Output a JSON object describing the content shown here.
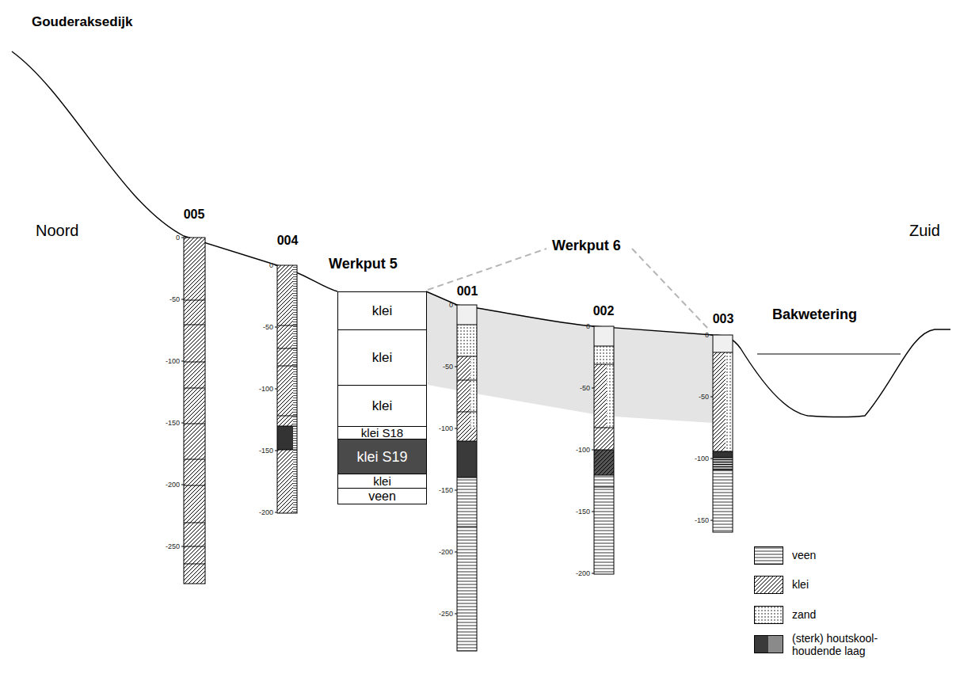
{
  "diagram": {
    "nodes": [
      {
        "text": [
          "Werkput 5"
        ]
      },
      {
        "text": [
          "klei"
        ],
        "in": 0
      },
      {
        "text": [
          "klei"
        ],
        "in": 0
      },
      {
        "text": [
          "klei"
        ],
        "in": 0
      },
      {
        "text": [
          "klei S18"
        ],
        "in": 0
      },
      {
        "text": [
          "klei S19"
        ],
        "in": 0
      },
      {
        "text": [
          "klei"
        ],
        "in": 0
      },
      {
        "text": [
          "veen"
        ],
        "in": 0
      }
    ],
    "labels": [
      "Gouderaksedijk",
      "Noord",
      "005",
      "004",
      "Werkput 6",
      "001",
      "002",
      "003",
      "Bakwetering",
      "Zuid",
      "0",
      "-50",
      "-100",
      "-150",
      "-200",
      "-250",
      "0",
      "-50",
      "-100",
      "-150",
      "-200",
      "0",
      "-50",
      "-100",
      "-150",
      "-200",
      "-250",
      "0",
      "-50",
      "-100",
      "-150",
      "-200",
      "0",
      "-50",
      "-100",
      "-150"
    ],
    "legend": [
      {
        "text": "veen"
      },
      {
        "text": "klei"
      },
      {
        "text": "zand"
      },
      {
        "text": "(sterk) houtskool- houdende laag"
      }
    ]
  }
}
